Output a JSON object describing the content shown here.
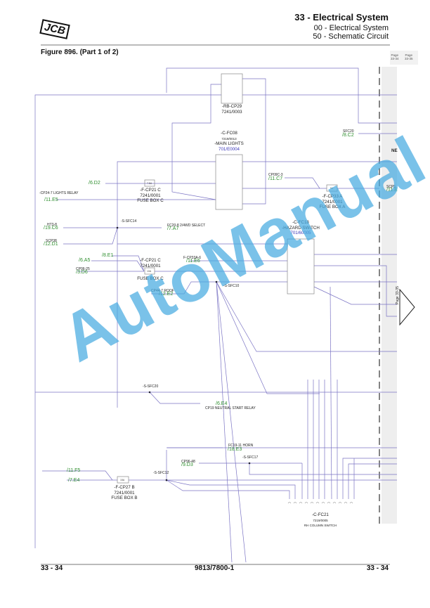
{
  "header": {
    "logo": "JCB",
    "title": "33 - Electrical System",
    "subtitle1": "00 - Electrical System",
    "subtitle2": "50 - Schematic Circuit"
  },
  "figure_caption": "Figure 896. (Part 1 of 2)",
  "page_tabs": [
    {
      "label": "Page",
      "num": "33-34"
    },
    {
      "label": "Page",
      "num": "33-35"
    }
  ],
  "components": {
    "rb_cp29": {
      "name": "-RB-CP29",
      "part": "7241/0003"
    },
    "c_fc08": {
      "name": "-C-FC08",
      "part": "7219/0013",
      "desc": "-MAIN LIGHTS",
      "ref": "701/E0004"
    },
    "f_cp21c_1": {
      "name": "-F-CP21 C",
      "part": "7241/0001",
      "box": "FUSE BOX C",
      "rating": "7.5A"
    },
    "f_cp33a": {
      "name": "-F-CP33 A",
      "part": "7241/0001",
      "box": "FUSE BOX A",
      "rating": "5A"
    },
    "c_fc18": {
      "name": "-C-FC18",
      "desc": "-HAZARD SWITCH",
      "ref": "701/60005"
    },
    "f_cp21c_2": {
      "name": "-F-CP21 C",
      "part": "7241/0001",
      "box": "FUSE BOX C",
      "rating": "10A"
    },
    "f_cp27b": {
      "name": "-F-CP27 B",
      "part": "7241/0001",
      "box": "FUSE BOX B",
      "rating": "15A"
    },
    "c_fc21": {
      "name": "-C-FC21",
      "part": "7219/0005",
      "desc": "RH COLUMN SWITCH"
    }
  },
  "labels": {
    "cp24_relay": "-CP24-7 LIGHTS RELAY",
    "ref_11e5": "/11.E5",
    "ref_6d2": "/6.D2",
    "cp09c": "CP09C-3",
    "ref_11c7": "/11.C7",
    "sfc20": "SFC20",
    "ref_8c2": "/8.C2",
    "scp": "SCP5",
    "ref_11e": "/11.E",
    "ne": "NE",
    "ht3": "HT3-8",
    "ref_19c6": "/19.C6",
    "scp38": "SCP38",
    "ref_12d1": "/12.D1",
    "sfc14": "-S-SFC14",
    "fc20": "FC20-8 2/4WD SELECT",
    "ref_7a7": "/7.A7",
    "ref_8e1": "/8.E1",
    "ref_6a5": "/6.A5",
    "cp06": "CP06-25",
    "ref_3d6": "/3.D6",
    "fcp33a6": "F-CP33A-6",
    "ref_11e6": "/11.E6",
    "cp44": "CP44-7 ROOF",
    "ref_12e2": "/12.E2",
    "sfc10": "-S-SFC10",
    "sfc20b": "-S-SFC20",
    "ref_6e4": "/6.E4",
    "cp19": "CP19 NEUTRAL START RELAY",
    "fc19": "FC19-11 HORN",
    "ref_18e3": "/18.E3",
    "sfc17": "-S-SFC17",
    "cp96": "CP96-48",
    "ref_9d3": "/9.D3",
    "sfc12": "-S-SFC12",
    "ref_11f5": "/11.F5",
    "ref_7e4": "/7.E4",
    "page_arrow": "Page 33-35"
  },
  "watermark": "AutoManual",
  "footer": {
    "left": "33 - 34",
    "center": "9813/7800-1",
    "right": "33 - 34"
  },
  "colors": {
    "wire": "#7b74c4",
    "green": "#2f8f2f",
    "blue": "#3b38b8",
    "watermark": "#46aae1"
  }
}
